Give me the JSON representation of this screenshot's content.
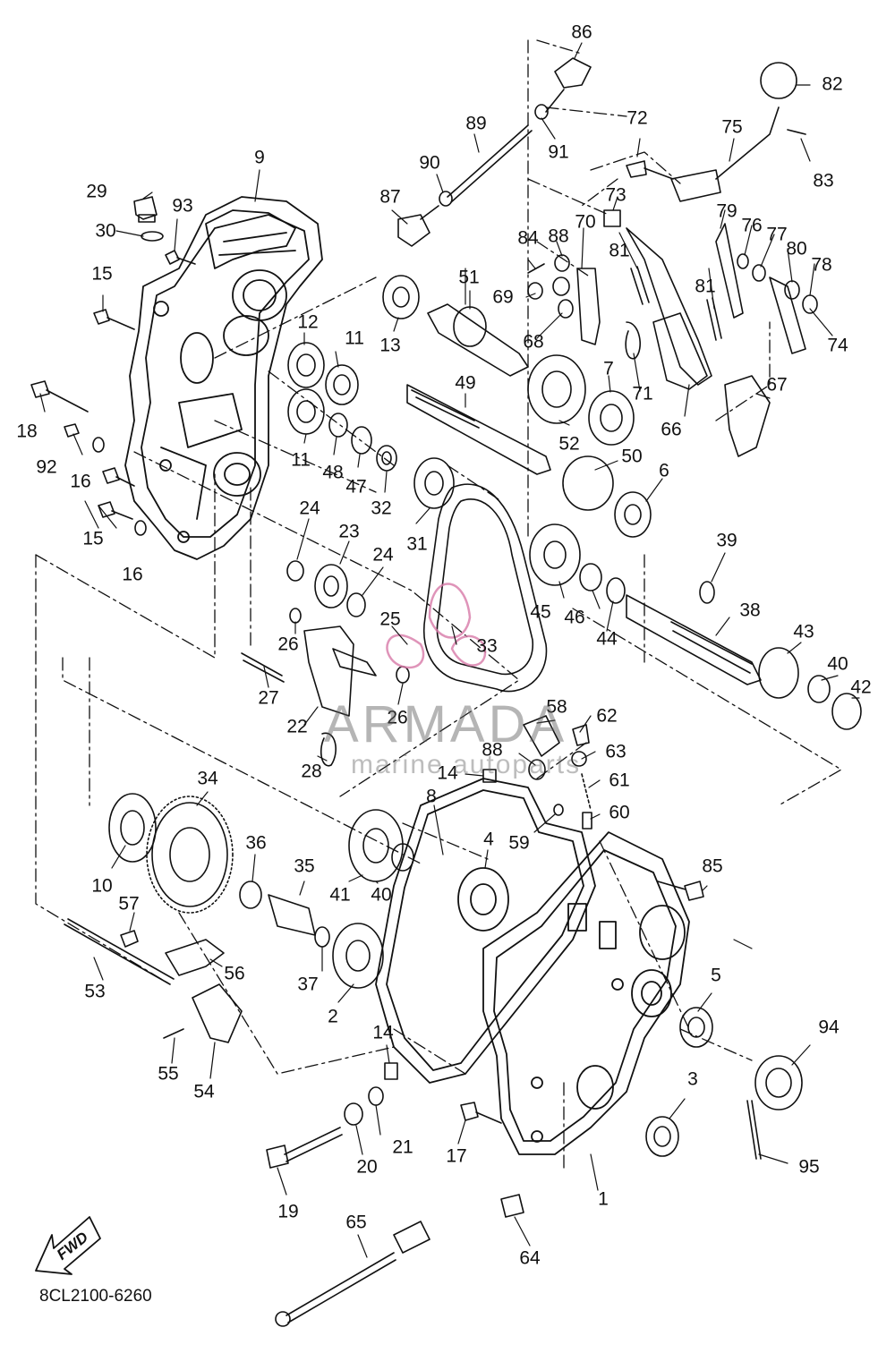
{
  "diagram_code": "8CL2100-6260",
  "watermark": {
    "brand": "ARMADA",
    "tagline": "marine autoparts"
  },
  "fwd_arrow_label": "FWD",
  "colors": {
    "line": "#111111",
    "watermark": "#d87aa8"
  },
  "callouts": [
    "1",
    "2",
    "3",
    "4",
    "5",
    "6",
    "7",
    "8",
    "9",
    "10",
    "11",
    "11",
    "12",
    "13",
    "14",
    "14",
    "15",
    "15",
    "16",
    "16",
    "17",
    "18",
    "19",
    "20",
    "21",
    "22",
    "23",
    "24",
    "24",
    "25",
    "26",
    "26",
    "27",
    "28",
    "29",
    "30",
    "31",
    "32",
    "33",
    "34",
    "35",
    "36",
    "37",
    "38",
    "39",
    "40",
    "40",
    "41",
    "42",
    "43",
    "44",
    "45",
    "46",
    "47",
    "48",
    "49",
    "50",
    "51",
    "52",
    "53",
    "54",
    "55",
    "56",
    "57",
    "58",
    "59",
    "60",
    "61",
    "62",
    "63",
    "64",
    "65",
    "66",
    "67",
    "68",
    "69",
    "70",
    "71",
    "72",
    "73",
    "74",
    "75",
    "76",
    "77",
    "78",
    "79",
    "80",
    "81",
    "81",
    "82",
    "83",
    "84",
    "85",
    "86",
    "87",
    "88",
    "88",
    "89",
    "90",
    "91",
    "92",
    "93",
    "94",
    "95"
  ]
}
